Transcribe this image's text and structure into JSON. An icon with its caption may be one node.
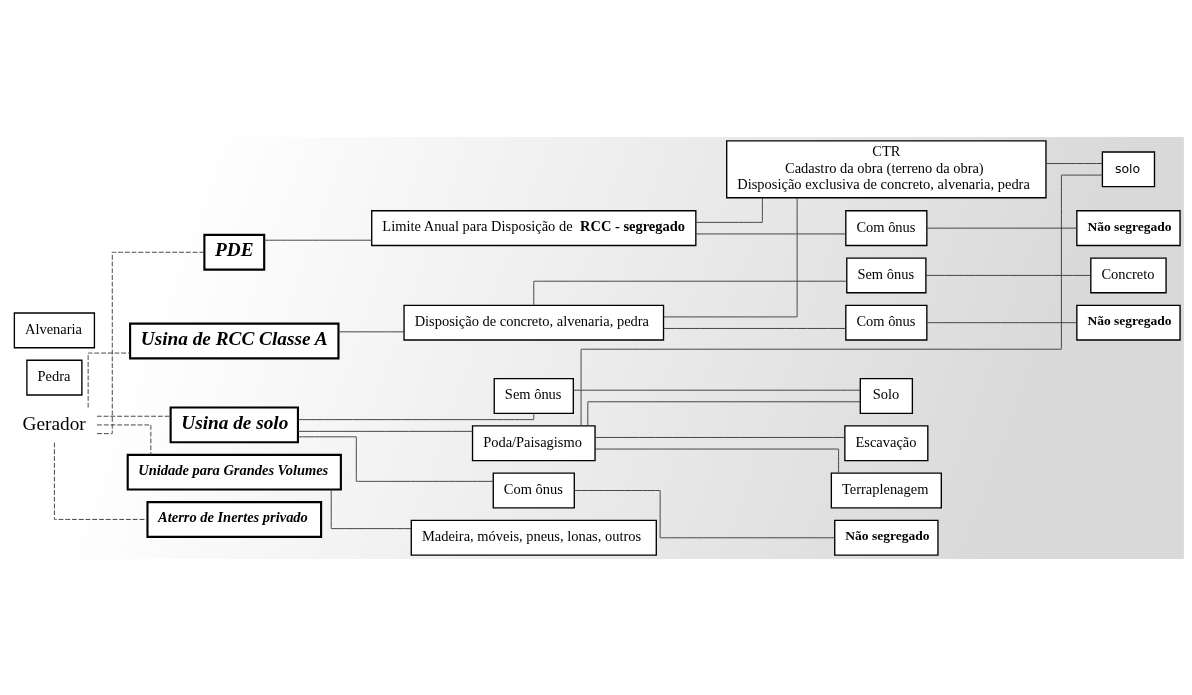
{
  "diagram": {
    "nodes": [
      {
        "text": [
          "Gerador"
        ]
      },
      {
        "text": [
          "PDE"
        ]
      },
      {
        "text": [
          "Limite Anual para Disposição de **RCC - segregado**"
        ]
      },
      {
        "text": [
          "CTR",
          "Cadastro da obra (terreno da obra)",
          "Disposição exclusiva de concreto, alvenaria, pedra"
        ]
      },
      {
        "text": [
          "solo"
        ]
      },
      {
        "text": [
          "Com ônus"
        ]
      },
      {
        "text": [
          "Não segregado"
        ]
      },
      {
        "text": [
          "Usina de RCC Classe A"
        ]
      },
      {
        "text": [
          "Disposição de concreto, alvenaria, pedra"
        ]
      },
      {
        "text": [
          "Sem ônus"
        ]
      },
      {
        "text": [
          "Concreto"
        ]
      },
      {
        "text": [
          "Pedra"
        ]
      },
      {
        "text": [
          "Alvenaria"
        ]
      },
      {
        "text": [
          "Com ônus"
        ]
      },
      {
        "text": [
          "Não segregado"
        ]
      },
      {
        "text": [
          "Usina de solo"
        ]
      },
      {
        "text": [
          "Poda/Paisagismo"
        ]
      },
      {
        "text": [
          "Sem ônus"
        ]
      },
      {
        "text": [
          "Solo"
        ]
      },
      {
        "text": [
          "Escavação"
        ]
      },
      {
        "text": [
          "Terraplenagem"
        ]
      },
      {
        "text": [
          "Com ônus"
        ]
      },
      {
        "text": [
          "Não segregado"
        ]
      },
      {
        "text": [
          "Unidade para Grandes Volumes"
        ]
      },
      {
        "text": [
          "Madeira, móveis, pneus, lonas, outros"
        ]
      },
      {
        "text": [
          "Aterro de Inertes privado"
        ]
      }
    ],
    "edges": [
      {
        "from": 0,
        "to": 1,
        "arrow": "none",
        "style": "dashed"
      },
      {
        "from": 0,
        "to": 7,
        "arrow": "none",
        "style": "dashed"
      },
      {
        "from": 0,
        "to": 15,
        "arrow": "none",
        "style": "dashed"
      },
      {
        "from": 0,
        "to": 23,
        "arrow": "none",
        "style": "dashed"
      },
      {
        "from": 0,
        "to": 25,
        "arrow": "none",
        "style": "dashed"
      },
      {
        "from": 1,
        "to": 2,
        "arrow": "none"
      },
      {
        "from": 2,
        "to": 3,
        "arrow": "none"
      },
      {
        "from": 3,
        "to": 4,
        "arrow": "none"
      },
      {
        "from": 2,
        "to": 5,
        "arrow": "none"
      },
      {
        "from": 5,
        "to": 6,
        "arrow": "none"
      },
      {
        "from": 7,
        "to": 8,
        "arrow": "none"
      },
      {
        "from": 3,
        "to": 8,
        "arrow": "none"
      },
      {
        "from": 8,
        "to": 9,
        "arrow": "none"
      },
      {
        "from": 9,
        "to": 10,
        "arrow": "none"
      },
      {
        "from": 8,
        "to": 13,
        "arrow": "none"
      },
      {
        "from": 13,
        "to": 14,
        "arrow": "none"
      },
      {
        "from": 15,
        "to": 16,
        "arrow": "none"
      },
      {
        "from": 15,
        "to": 17,
        "arrow": "none"
      },
      {
        "from": 15,
        "to": 21,
        "arrow": "none"
      },
      {
        "from": 17,
        "to": 18,
        "arrow": "none"
      },
      {
        "from": 4,
        "to": 16,
        "arrow": "none"
      },
      {
        "from": 16,
        "to": 18,
        "arrow": "none"
      },
      {
        "from": 16,
        "to": 19,
        "arrow": "none"
      },
      {
        "from": 16,
        "to": 20,
        "arrow": "none"
      },
      {
        "from": 21,
        "to": 22,
        "arrow": "none"
      },
      {
        "from": 23,
        "to": 24,
        "arrow": "none"
      }
    ]
  }
}
